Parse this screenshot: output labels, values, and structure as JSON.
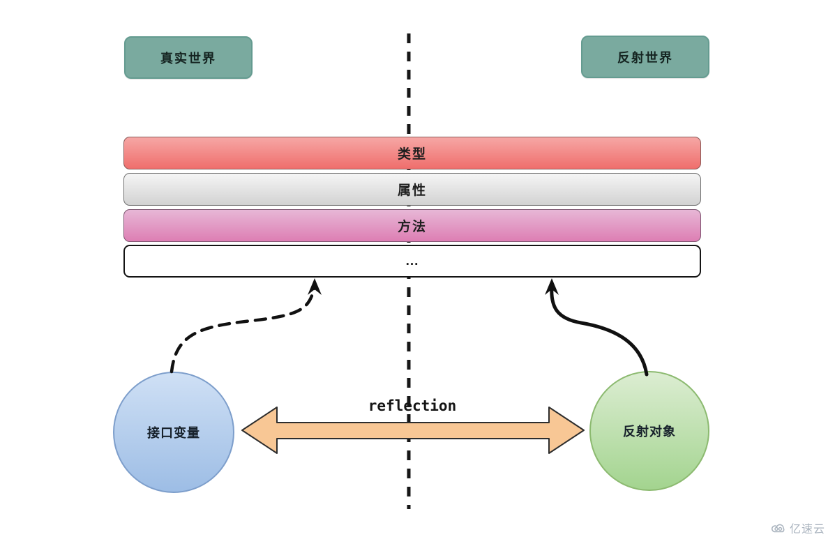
{
  "diagram": {
    "world_left": {
      "label": "真实世界",
      "color": "#7aaa9f"
    },
    "world_right": {
      "label": "反射世界",
      "color": "#7aaa9f"
    },
    "bars": [
      {
        "label": "类型",
        "color_top": "#f6a7a5",
        "color_bottom": "#ef6e6c"
      },
      {
        "label": "属性",
        "color_top": "#f5f5f5",
        "color_bottom": "#d2d2d2"
      },
      {
        "label": "方法",
        "color_top": "#e7b7d6",
        "color_bottom": "#dd7eb3"
      },
      {
        "label": "...",
        "color_top": "#ffffff",
        "color_bottom": "#ffffff"
      }
    ],
    "node_left": {
      "label": "接口变量",
      "color": "#aecbec"
    },
    "node_right": {
      "label": "反射对象",
      "color": "#b9dda4"
    },
    "reflection_label": "reflection",
    "double_arrow_color": "#f8c795",
    "divider_style": "dashed"
  },
  "watermark": {
    "text": "亿速云",
    "color": "#a9b3be"
  }
}
